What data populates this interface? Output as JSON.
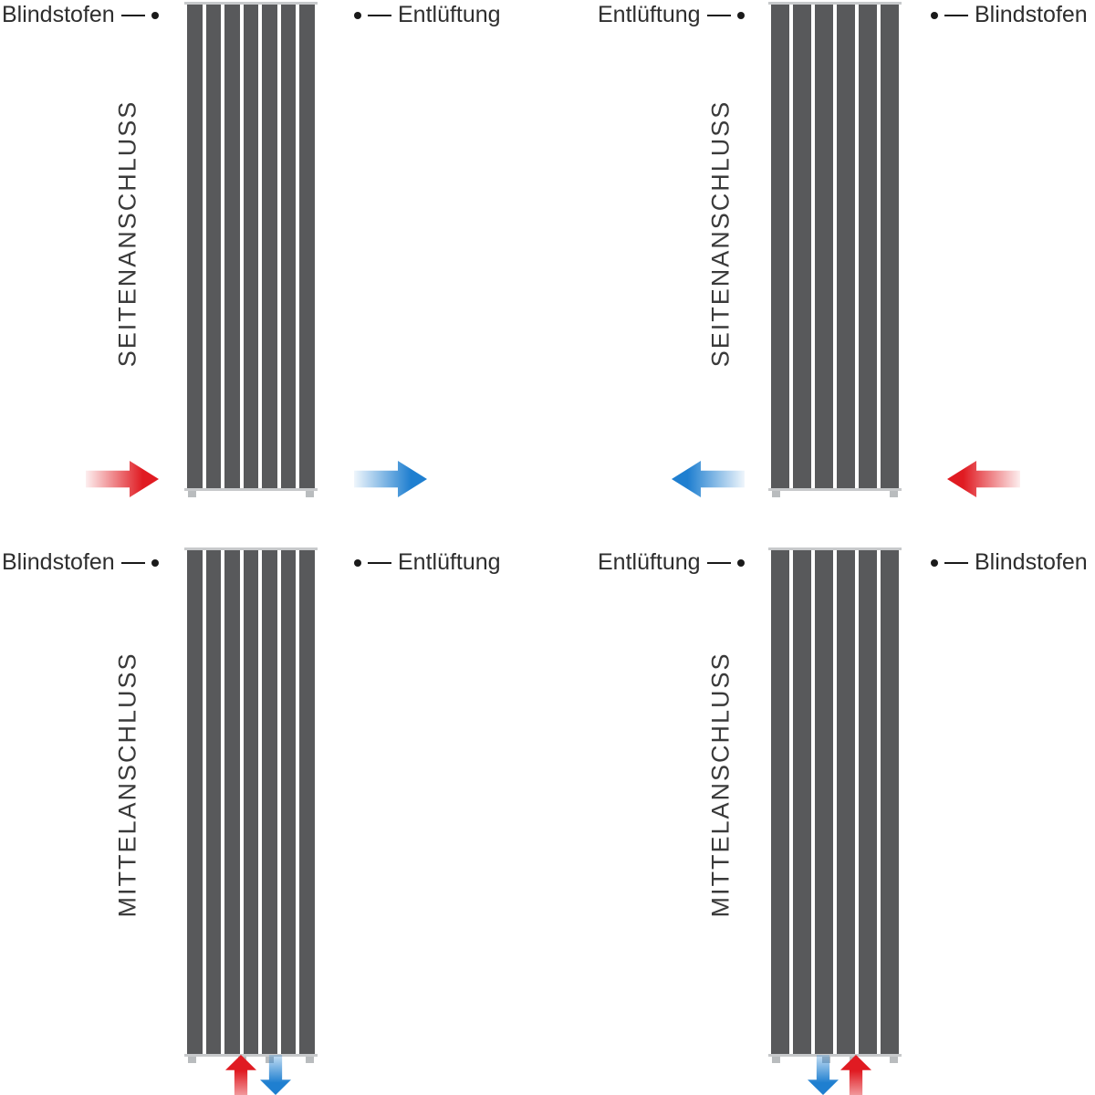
{
  "colors": {
    "supply-red": "#e01b22",
    "return-blue": "#1f7fd0",
    "radiator-gray": "#58595b"
  },
  "panels": [
    {
      "connection": "SEITENANSCHLUSS",
      "left_callout": "Blindstofen",
      "right_callout": "Entlüftung",
      "arrows": [
        "red-arrow-right-bottom-left",
        "blue-arrow-right-bottom-right"
      ]
    },
    {
      "connection": "SEITENANSCHLUSS",
      "left_callout": "Entlüftung",
      "right_callout": "Blindstofen",
      "arrows": [
        "blue-arrow-left-bottom-left",
        "red-arrow-left-bottom-right"
      ]
    },
    {
      "connection": "MITTELANSCHLUSS",
      "left_callout": "Blindstofen",
      "right_callout": "Entlüftung",
      "arrows": [
        "red-arrow-up-bottom-center",
        "blue-arrow-down-bottom-center"
      ]
    },
    {
      "connection": "MITTELANSCHLUSS",
      "left_callout": "Entlüftung",
      "right_callout": "Blindstofen",
      "arrows": [
        "blue-arrow-down-bottom-center",
        "red-arrow-up-bottom-center"
      ]
    }
  ]
}
